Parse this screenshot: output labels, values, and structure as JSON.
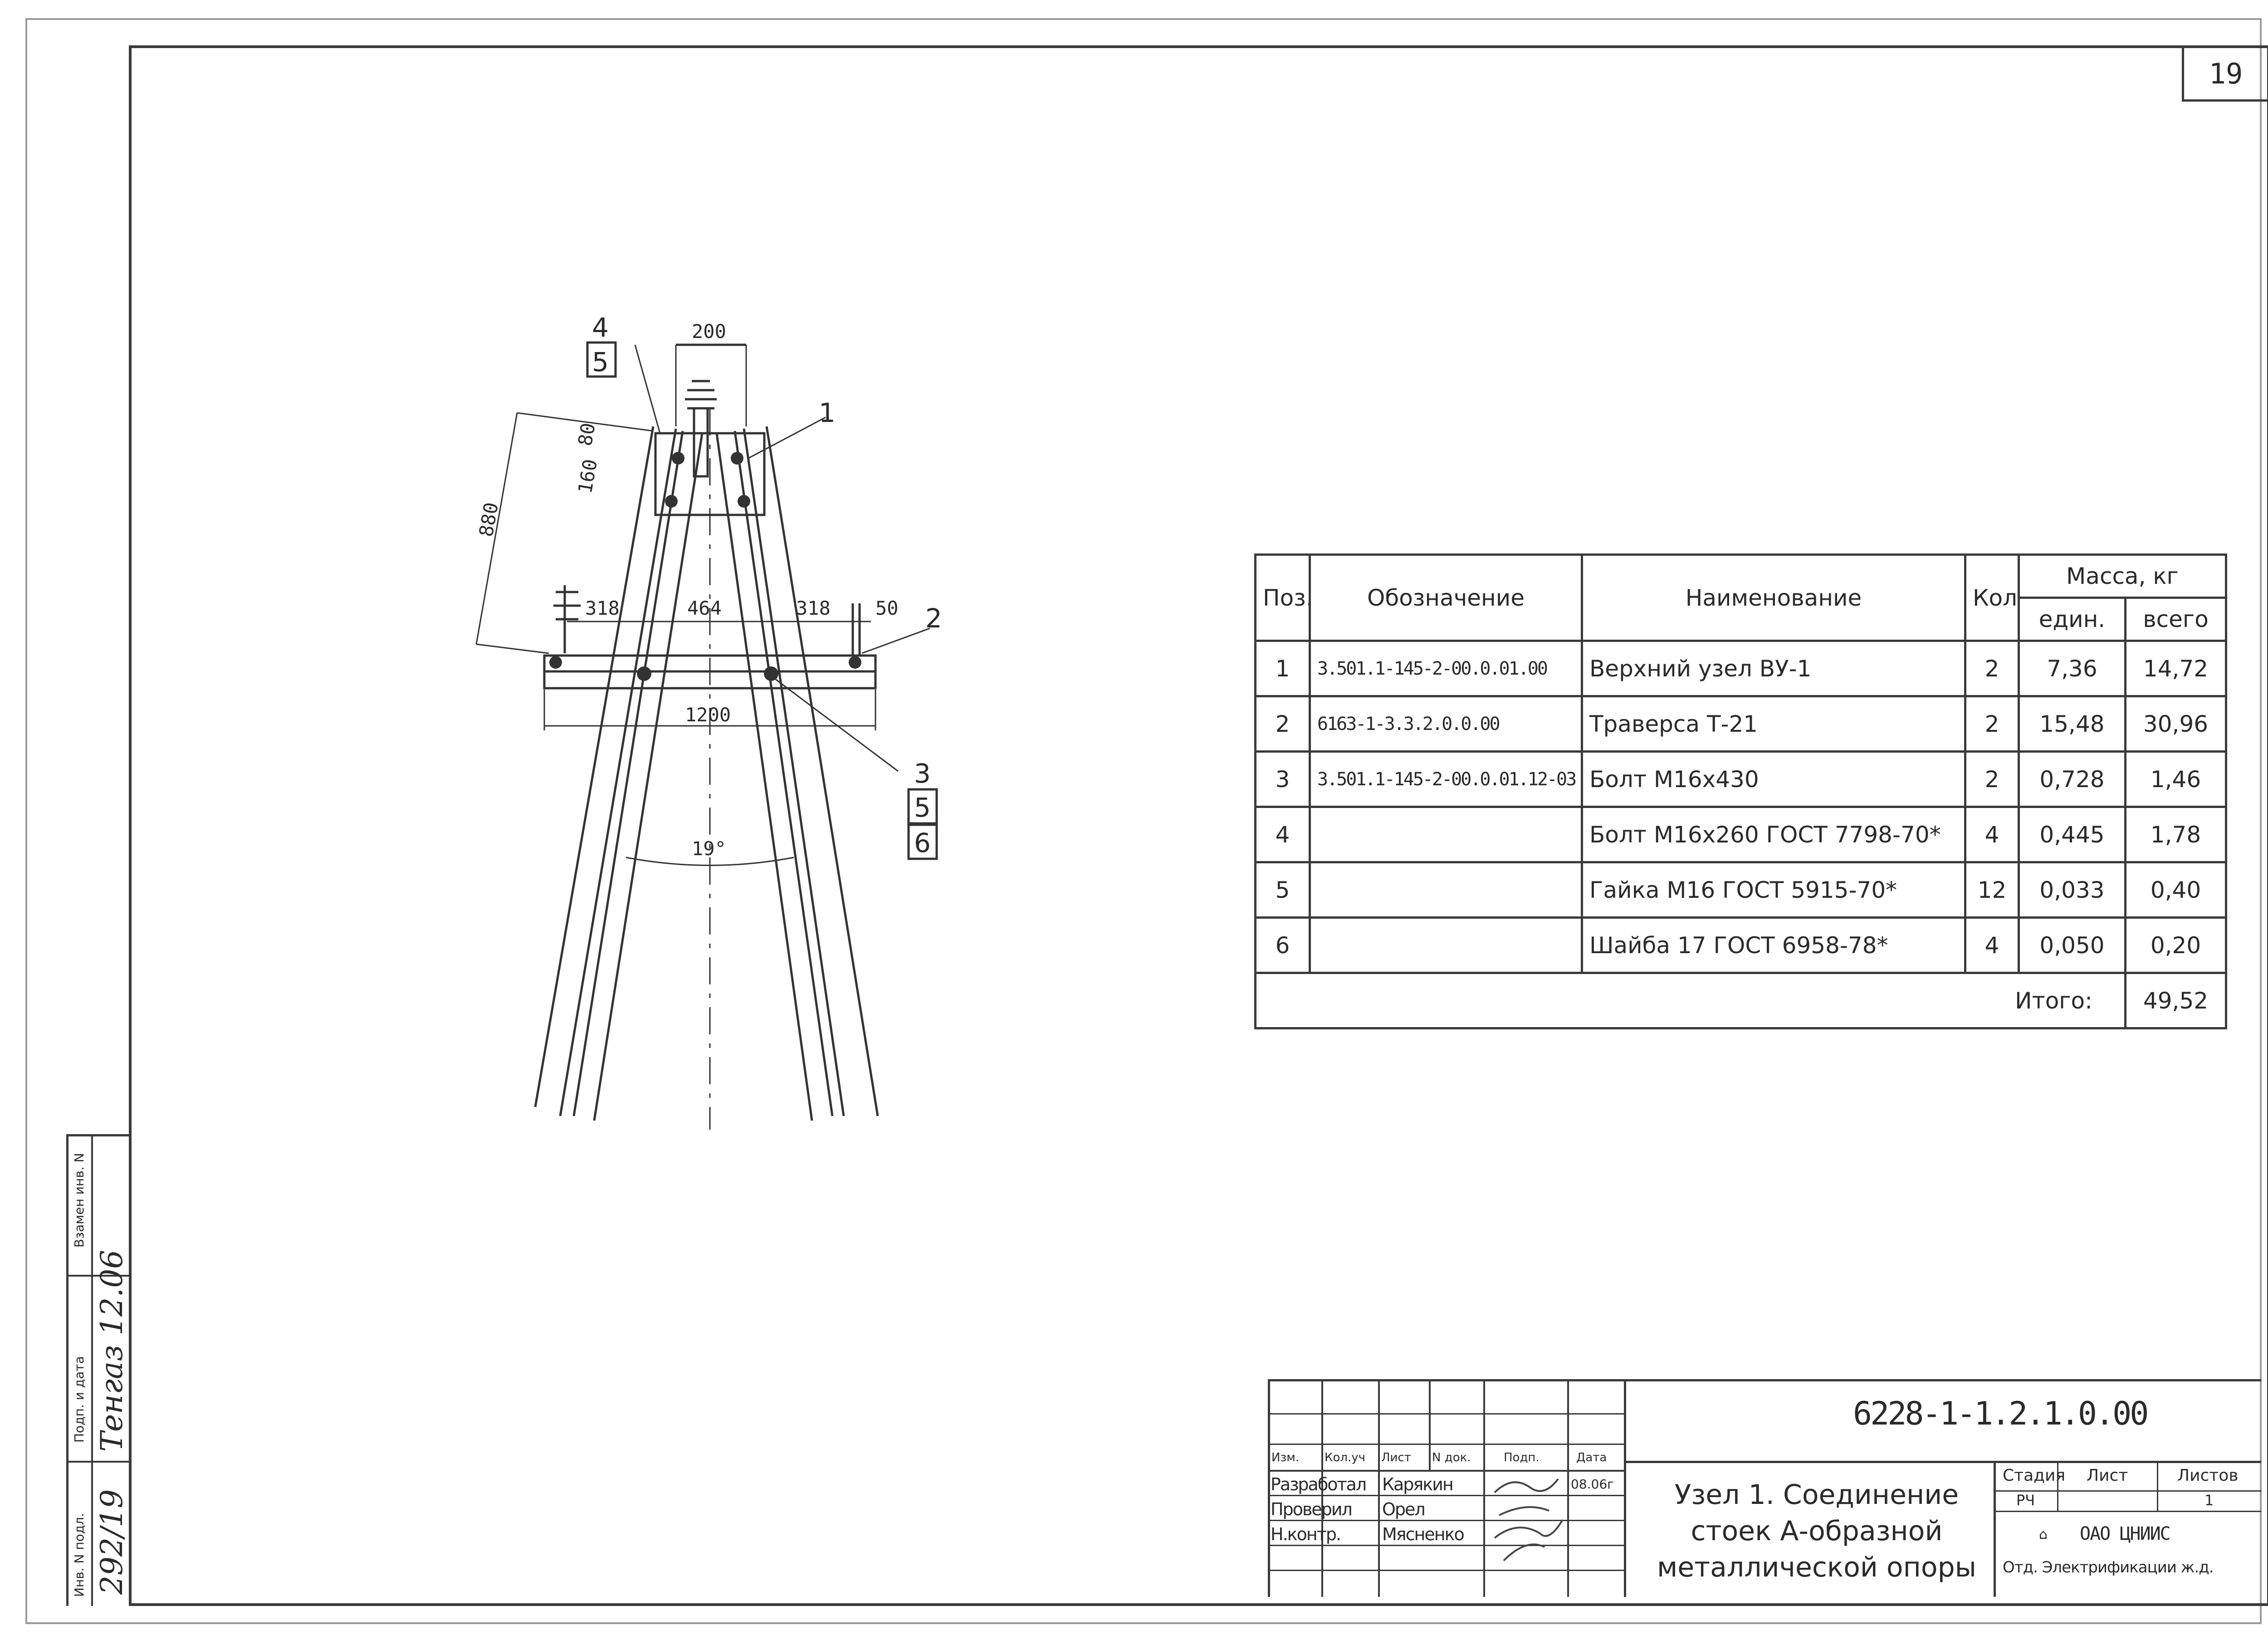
{
  "sheet_number": "19",
  "drawing": {
    "callouts": [
      "1",
      "2",
      "3",
      "4",
      "5",
      "5",
      "6"
    ],
    "dimensions": {
      "top_width": "200",
      "dim_80": "80",
      "dim_160": "160",
      "dim_880": "880",
      "dim_318_left": "318",
      "dim_464": "464",
      "dim_318_right": "318",
      "dim_50": "50",
      "dim_1200": "1200",
      "angle": "19°"
    }
  },
  "spec_table": {
    "headers": {
      "pos": "Поз.",
      "designation": "Обозначение",
      "name": "Наименование",
      "qty": "Кол.",
      "mass": "Масса, кг",
      "mass_unit": "един.",
      "mass_total": "всего"
    },
    "rows": [
      {
        "pos": "1",
        "designation": "3.501.1-145-2-00.0.01.00",
        "name": "Верхний узел ВУ-1",
        "qty": "2",
        "unit": "7,36",
        "total": "14,72"
      },
      {
        "pos": "2",
        "designation": "6163-1-3.3.2.0.0.00",
        "name": "Траверса Т-21",
        "qty": "2",
        "unit": "15,48",
        "total": "30,96"
      },
      {
        "pos": "3",
        "designation": "3.501.1-145-2-00.0.01.12-03",
        "name": "Болт М16х430",
        "qty": "2",
        "unit": "0,728",
        "total": "1,46"
      },
      {
        "pos": "4",
        "designation": "",
        "name": "Болт М16х260 ГОСТ 7798-70*",
        "qty": "4",
        "unit": "0,445",
        "total": "1,78"
      },
      {
        "pos": "5",
        "designation": "",
        "name": "Гайка М16 ГОСТ 5915-70*",
        "qty": "12",
        "unit": "0,033",
        "total": "0,40"
      },
      {
        "pos": "6",
        "designation": "",
        "name": "Шайба 17 ГОСТ 6958-78*",
        "qty": "4",
        "unit": "0,050",
        "total": "0,20"
      }
    ],
    "total_label": "Итого:",
    "total_value": "49,52"
  },
  "title_block": {
    "doc_code": "6228-1-1.2.1.0.00",
    "col_headers": [
      "Изм.",
      "Кол.уч",
      "Лист",
      "N док.",
      "Подп.",
      "Дата"
    ],
    "roles": [
      {
        "role": "Разработал",
        "name": "Карякин",
        "date": "08.06г"
      },
      {
        "role": "Проверил",
        "name": "Орел",
        "date": ""
      },
      {
        "role": "Н.контр.",
        "name": "Мясненко",
        "date": ""
      }
    ],
    "title": [
      "Узел 1. Соединение",
      "стоек А-образной",
      "металлической опоры"
    ],
    "stage_label": "Стадия",
    "sheet_label": "Лист",
    "sheets_label": "Листов",
    "stage": "РЧ",
    "sheet": "",
    "sheets": "1",
    "org_line1": "ОАО ЦНИИС",
    "org_line2": "Отд. Электрификации ж.д."
  },
  "stamp": {
    "inv_label": "Инв. N подл.",
    "sign_label": "Подп. и дата",
    "replace_label": "Взамен инв. N",
    "inv_value": "292/19",
    "sign_value": "Тенгаз 12.06"
  }
}
